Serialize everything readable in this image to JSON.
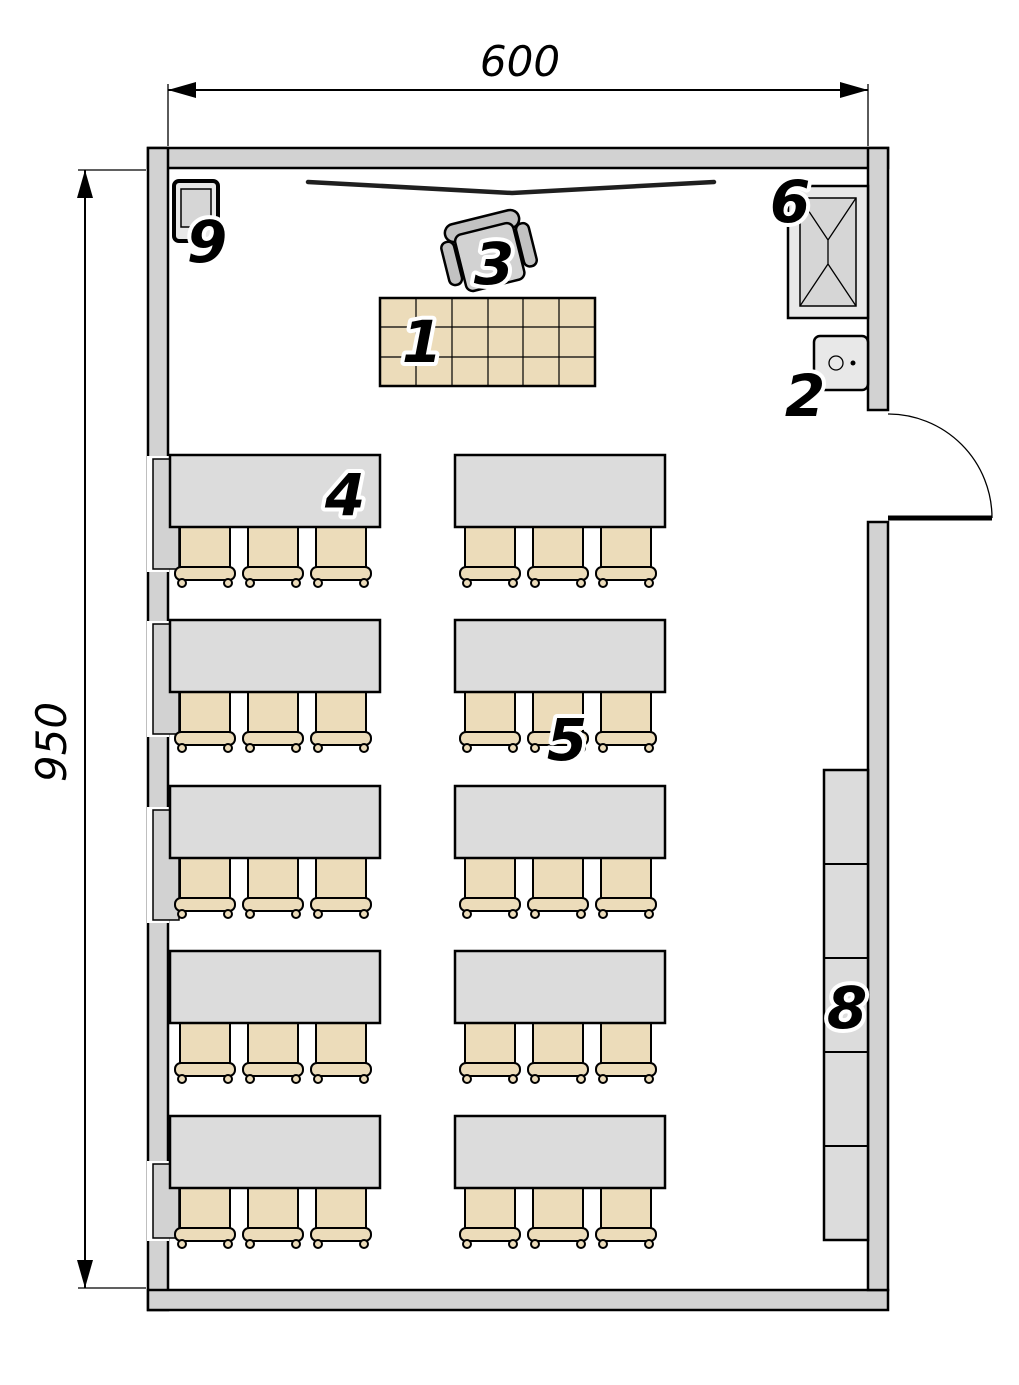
{
  "diagram": {
    "kind": "classroom floor plan",
    "visible_numbers": [
      "1",
      "2",
      "3",
      "4",
      "5",
      "6",
      "8",
      "9"
    ]
  },
  "dimensions": {
    "width": "600",
    "height": "950"
  },
  "labels": {
    "teacher_desk": "1",
    "washbasin": "2",
    "teacher_chair": "3",
    "student_desk": "4",
    "student_chair": "5",
    "sink_unit": "6",
    "cabinets": "8",
    "wall_panel": "9"
  },
  "layout_counts": {
    "desk_rows": 5,
    "desk_columns": 2,
    "chairs_per_desk": 3,
    "cabinet_sections": 5
  },
  "colors": {
    "background": "#ffffff",
    "wall": "#d2d2d2",
    "student_desk": "#dcdcdc",
    "chair_tan": "#ecdcba",
    "teacher_desk_tan": "#ecdcba",
    "outline": "#000000"
  }
}
